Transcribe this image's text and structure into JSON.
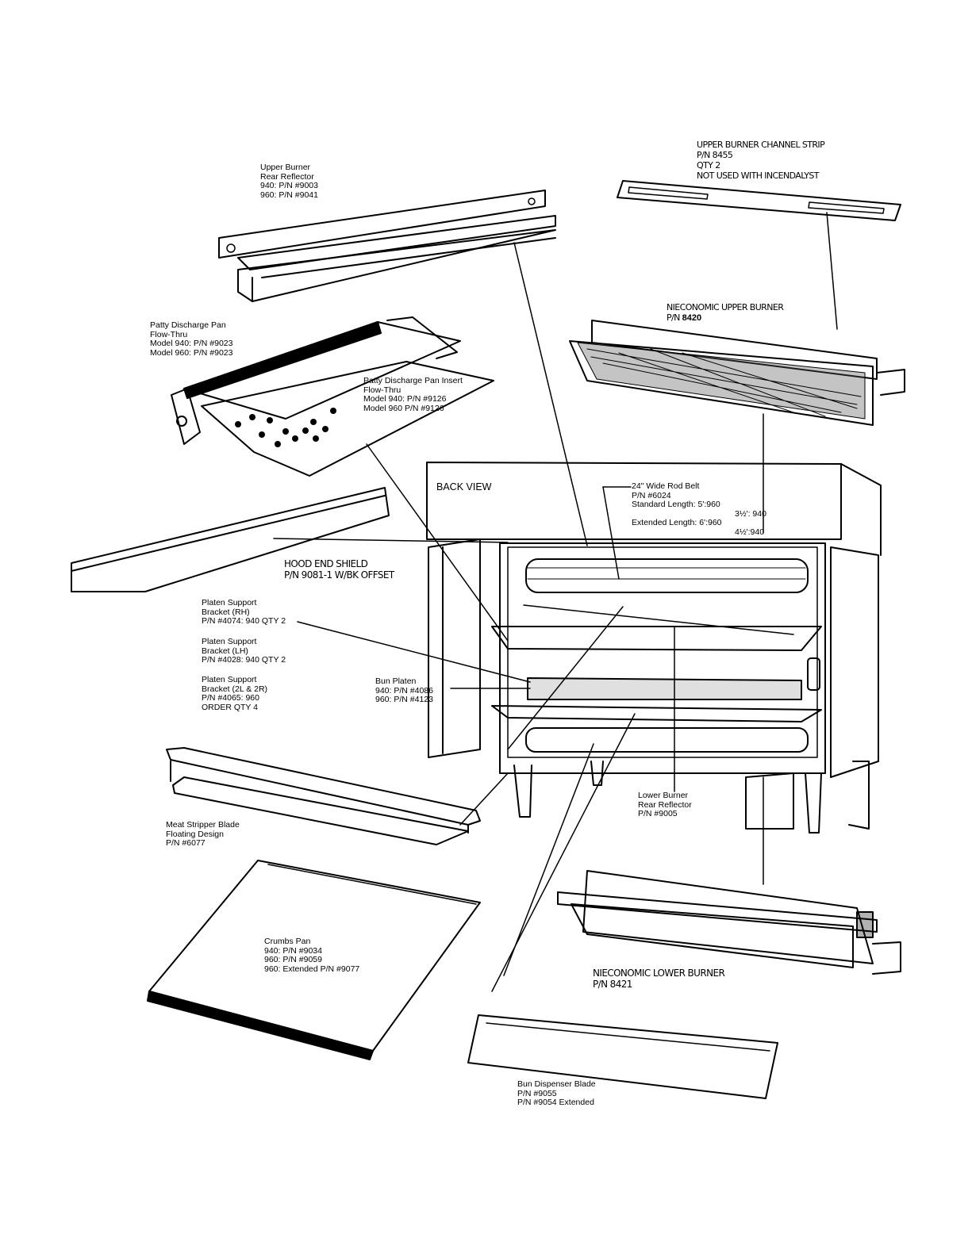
{
  "labels": {
    "upper_burner_channel_strip": {
      "title": "UPPER BURNER CHANNEL STRIP",
      "pn": "P/N 8455",
      "qty": "QTY 2",
      "note": "NOT USED WITH INCENDALYST"
    },
    "upper_burner_rear_reflector": {
      "title": "Upper Burner",
      "title2": "Rear Reflector",
      "model_940": "940: P/N #9003",
      "model_960": "960: P/N #9041"
    },
    "nieconomic_upper_burner": {
      "title": "NIECONOMIC UPPER BURNER",
      "pn_prefix": "P/N ",
      "pn": "8420"
    },
    "patty_discharge_pan": {
      "title": "Patty Discharge Pan",
      "subtitle": "Flow-Thru",
      "model_940": "Model 940: P/N #9023",
      "model_960": "Model 960: P/N #9023"
    },
    "patty_discharge_pan_insert": {
      "title": "Patty Discharge Pan Insert",
      "subtitle": "Flow-Thru",
      "model_940": "Model 940: P/N #9126",
      "model_960": "Model 960 P/N #9126"
    },
    "back_view": "BACK VIEW",
    "rod_belt": {
      "title": "24\" Wide Rod Belt",
      "pn": "P/N #6024",
      "standard": "Standard Length:  5':960",
      "standard2": "3½': 940",
      "extended": "Extended Length: 6':960",
      "extended2": "4½':940"
    },
    "hood_end_shield": {
      "title": "HOOD END SHIELD",
      "pn": "P/N 9081-1 W/BK OFFSET"
    },
    "platen_support_rh": {
      "title": "Platen Support",
      "title2": "Bracket (RH)",
      "pn": "P/N #4074: 940 QTY 2"
    },
    "platen_support_lh": {
      "title": "Platen Support",
      "title2": "Bracket (LH)",
      "pn": "P/N #4028: 940 QTY 2"
    },
    "platen_support_2l2r": {
      "title": "Platen Support",
      "title2": "Bracket (2L & 2R)",
      "pn": "P/N #4065: 960",
      "order": "ORDER QTY 4"
    },
    "bun_platen": {
      "title": "Bun Platen",
      "model_940": "940: P/N #4086",
      "model_960": "960: P/N #4123"
    },
    "lower_burner_rear_reflector": {
      "title": "Lower Burner",
      "title2": "Rear Reflector",
      "pn": "P/N #9005"
    },
    "meat_stripper_blade": {
      "title": "Meat Stripper Blade",
      "subtitle": "Floating Design",
      "pn": "P/N #6077"
    },
    "crumbs_pan": {
      "title": "Crumbs Pan",
      "model_940": "940: P/N #9034",
      "model_960": "960: P/N #9059",
      "extended": "960: Extended P/N #9077"
    },
    "nieconomic_lower_burner": {
      "title": "NIECONOMIC LOWER BURNER",
      "pn": "P/N 8421"
    },
    "bun_dispenser_blade": {
      "title": "Bun Dispenser Blade",
      "pn": "P/N #9055",
      "pn_extended": "P/N #9054 Extended"
    }
  }
}
